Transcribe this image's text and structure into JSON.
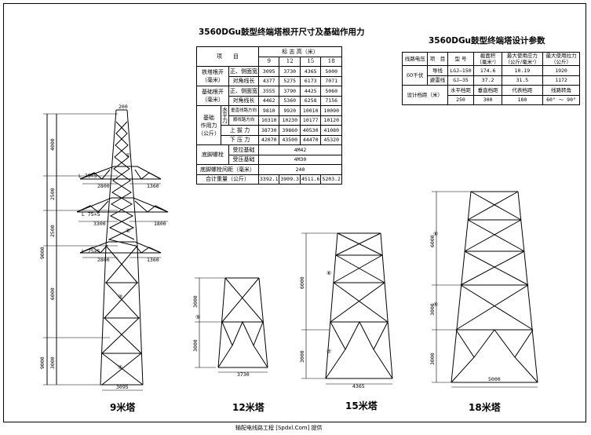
{
  "title_left": "3560DGu鼓型终端塔根开尺寸及基础作用力",
  "title_right": "3560DGu鼓型终端塔设计参数",
  "footer": "输配电线路工程 [Spdxl.Com] 提供",
  "left_table": {
    "h_item": "项　　目",
    "h_height": "标 志 高（米）",
    "heights": [
      "9",
      "12",
      "15",
      "18"
    ],
    "tower_root": "铁塔根开\n（毫米）",
    "foundation_root": "基础根开\n（毫米）",
    "front": "正、侧面宽",
    "diag": "对角线长",
    "tower_front": [
      "3095",
      "3730",
      "4365",
      "5000"
    ],
    "tower_diag": [
      "4377",
      "5275",
      "6173",
      "7071"
    ],
    "found_front": [
      "3555",
      "3790",
      "4425",
      "5060"
    ],
    "found_diag": [
      "4462",
      "5360",
      "6258",
      "7156"
    ],
    "force_label": "基础\n作用力\n（公斤）",
    "horizontal": "水\n平\n力",
    "h1": "垂直线路方向",
    "h2": "顺线路方向",
    "up": "上 拔 力",
    "down": "下 压 力",
    "h1_vals": [
      "9810",
      "9920",
      "10010",
      "10090"
    ],
    "h2_vals": [
      "10310",
      "10230",
      "10177",
      "10120"
    ],
    "up_vals": [
      "38730",
      "39860",
      "40530",
      "41080"
    ],
    "down_vals": [
      "42070",
      "43500",
      "44470",
      "45320"
    ],
    "bolt_label": "底脚螺栓",
    "bolt_up": "受拉基础",
    "bolt_down": "受压基础",
    "bolt_up_val": "4M42",
    "bolt_down_val": "4M30",
    "spacing_label": "底脚螺栓间距（毫米）",
    "spacing_val": "240",
    "weight_label": "合计重量（公斤）",
    "weight_vals": [
      "3392.1",
      "3909.3",
      "4511.6",
      "5203.2"
    ]
  },
  "right_table": {
    "h_voltage": "线路电压",
    "h_item": "项　目",
    "h_model": "型 号",
    "h_section": "截面积\n（毫米²）",
    "h_stress": "最大使用应力\n（公斤/毫米²）",
    "h_tension": "最大使用拉力\n（公斤）",
    "voltage": "60千伏",
    "conductor": "导线",
    "ground": "避雷线",
    "cond_model": "LGJ—150",
    "cond_section": "174.6",
    "cond_stress": "10.19",
    "cond_tension": "1920",
    "gw_model": "GJ—35",
    "gw_section": "37.2",
    "gw_stress": "31.5",
    "gw_tension": "1172",
    "span_label": "设计档距（米）",
    "h_hspan": "水平档距",
    "h_vspan": "垂直档距",
    "h_rspan": "代表档距",
    "h_angle": "线路转角",
    "hspan": "250",
    "vspan": "300",
    "rspan": "180",
    "angle": "60° ～ 90°"
  },
  "tower9": {
    "label": "9米塔",
    "dim_top": "200",
    "dims_left_outer": [
      "9000",
      "9000"
    ],
    "dims_left_inner": [
      "4000",
      "2500",
      "2500",
      "6000",
      "3000"
    ],
    "arm1_left": "2800",
    "arm1_right": "1360",
    "arm2_left": "3300",
    "arm2_right": "1800",
    "arm3_left": "2800",
    "arm3_right": "1360",
    "angle1": "L 75×5",
    "angle2": "L 75×5",
    "angle3": "L 75×5",
    "base": "3095",
    "marks": [
      "①",
      "②",
      "③",
      "④"
    ]
  },
  "tower12": {
    "label": "12米塔",
    "dims": [
      "3000",
      "3000"
    ],
    "base": "3730",
    "mark": "⑤"
  },
  "tower15": {
    "label": "15米塔",
    "dims": [
      "6000",
      "3000"
    ],
    "base": "4365",
    "marks": [
      "⑥",
      "⑦"
    ]
  },
  "tower18": {
    "label": "18米塔",
    "dims": [
      "6000",
      "3000",
      "3000"
    ],
    "base": "5000",
    "marks": [
      "⑧",
      "⑨"
    ]
  }
}
